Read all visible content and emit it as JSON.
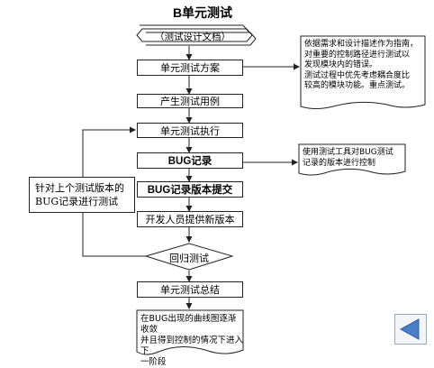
{
  "title": "B单元测试",
  "flow": {
    "doc_input": "测试设计文档",
    "plan": "单元测试方案",
    "gen_cases": "产生测试用例",
    "execute": "单元测试执行",
    "bug_record": "BUG记录",
    "bug_submit": "BUG记录版本提交",
    "new_version": "开发人员提供新版本",
    "regression": "回归测试",
    "summary": "单元测试总结",
    "final_lines": [
      "在BUG出现的曲线图逐渐收敛",
      "并且得到控制的情况下进入下",
      "一阶段"
    ]
  },
  "notes": {
    "plan_note": [
      "依据需求和设计描述作为指南，",
      "对重要的控制路径进行测试以",
      "发现模块内的错误。",
      "测试过程中优先考虑耦合度比",
      "较高的模块功能。重点测试。"
    ],
    "bug_note": [
      "使用测试工具对BUG测试",
      "记录的版本进行控制"
    ]
  },
  "side_note": [
    "针对上个测试版本的",
    "BUG记录进行测试"
  ],
  "nav": {
    "icon": "back-arrow-icon",
    "color": "#4a7fc8"
  }
}
